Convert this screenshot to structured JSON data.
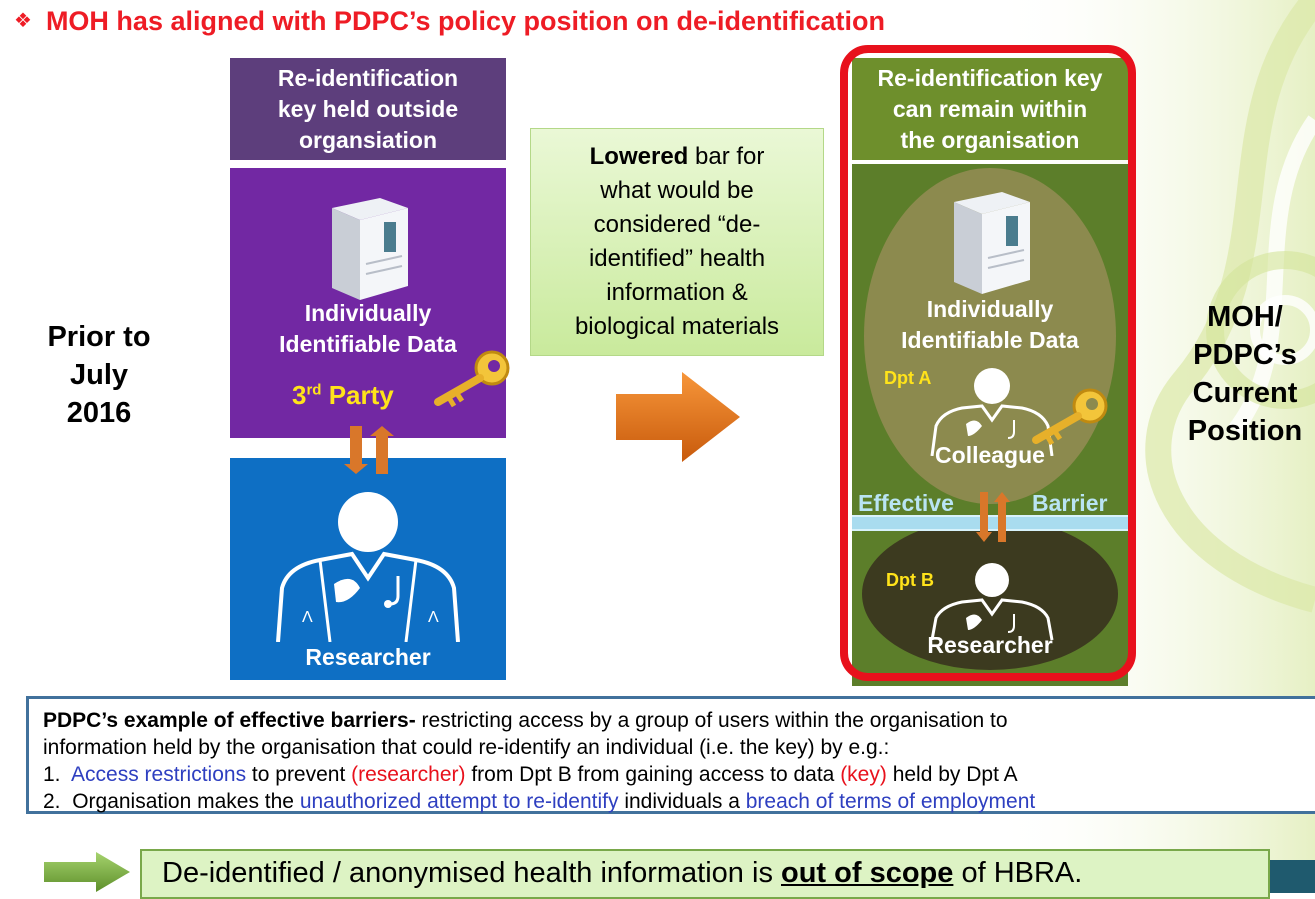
{
  "title": "MOH has aligned with PDPC’s policy position on de-identification",
  "left": {
    "period_lines": [
      "Prior to",
      "July",
      "2016"
    ],
    "header_lines": [
      "Re-identification",
      "key held outside",
      "organsiation"
    ],
    "data_lines": [
      "Individually",
      "Identifiable Data"
    ],
    "party": {
      "prefix": "3",
      "sup": "rd",
      "suffix": " Party"
    },
    "researcher": "Researcher"
  },
  "middle": {
    "bold": "Lowered",
    "lines": [
      " bar for",
      "what would be",
      "considered “de-",
      "identified” health",
      "information &",
      "biological materials"
    ]
  },
  "right": {
    "header_lines": [
      "Re-identification key",
      "can remain within",
      "the organisation"
    ],
    "data_lines": [
      "Individually",
      "Identifiable Data"
    ],
    "dpt_a": "Dpt A",
    "colleague": "Colleague",
    "barrier_left": "Effective",
    "barrier_right": "Barrier",
    "dpt_b": "Dpt B",
    "researcher": "Researcher",
    "position_lines": [
      "MOH/",
      "PDPC’s",
      "Current",
      "Position"
    ]
  },
  "barriers": {
    "lead_bold": "PDPC’s example of effective barriers-",
    "lead_rest": " restricting access by a group of users within the organisation to",
    "line2": "information held by the organisation that could re-identify an individual (i.e. the key) by e.g.:",
    "item1": {
      "num": "1.",
      "blue1": "Access restrictions",
      "t1": " to prevent ",
      "red1": "(researcher)",
      "t2": " from Dpt B from gaining access to data ",
      "red2": "(key)",
      "t3": " held by Dpt A"
    },
    "item2": {
      "num": "2.",
      "t1": "Organisation makes the ",
      "blue1": "unauthorized attempt to re-identify",
      "t2": " individuals a ",
      "blue2": "breach of terms of employment"
    }
  },
  "conclusion": {
    "before": "De-identified / anonymised health information is ",
    "underline": "out of scope",
    "after": " of HBRA."
  },
  "colors": {
    "title_red": "#ee1c25",
    "frame_red": "#e8111c",
    "left_header": "#5d3e7c",
    "left_purple": "#7228a3",
    "left_blue": "#0e6fc4",
    "right_header": "#6e8f2c",
    "right_green": "#5c7e2a",
    "party_yellow": "#ffe31a",
    "link_blue": "#2e3fc0"
  }
}
